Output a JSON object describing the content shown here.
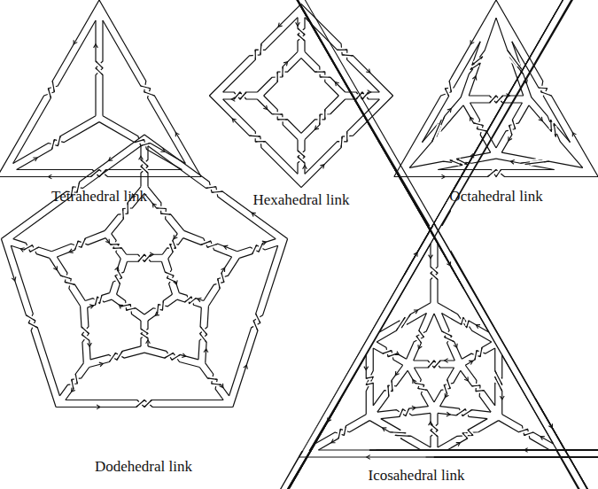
{
  "diagram": {
    "labels": [
      "Tetrahedral link",
      "Hexahedral link",
      "Octahedral link",
      "Dodehedral link",
      "Icosahedral link"
    ]
  }
}
